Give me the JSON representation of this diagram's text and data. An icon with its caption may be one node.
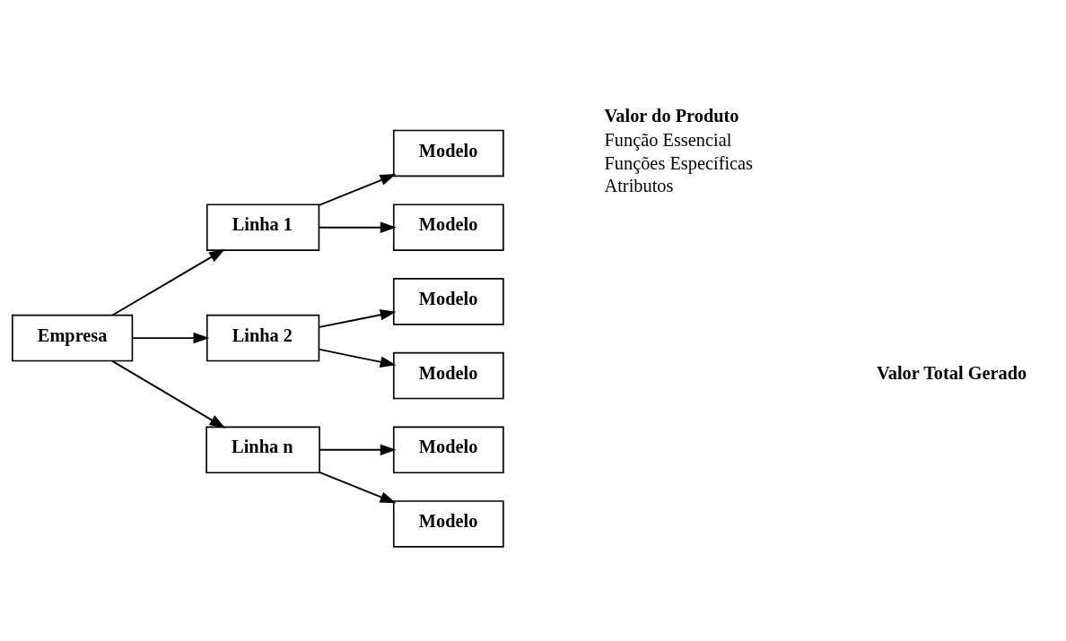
{
  "diagram": {
    "nodes": [
      {
        "text": [
          "Empresa"
        ]
      },
      {
        "text": [
          "Linha 1"
        ]
      },
      {
        "text": [
          "Modelo"
        ]
      },
      {
        "text": [
          "Modelo"
        ]
      },
      {
        "text": [
          "Linha 2"
        ]
      },
      {
        "text": [
          "Modelo"
        ]
      },
      {
        "text": [
          "Modelo"
        ]
      },
      {
        "text": [
          "Linha n"
        ]
      },
      {
        "text": [
          "Modelo"
        ]
      },
      {
        "text": [
          "Modelo"
        ]
      }
    ],
    "edges": [
      {
        "from": 0,
        "to": 1,
        "arrow": "to"
      },
      {
        "from": 0,
        "to": 4,
        "arrow": "to"
      },
      {
        "from": 0,
        "to": 7,
        "arrow": "to"
      },
      {
        "from": 1,
        "to": 2,
        "arrow": "to"
      },
      {
        "from": 1,
        "to": 3,
        "arrow": "to"
      },
      {
        "from": 4,
        "to": 5,
        "arrow": "to"
      },
      {
        "from": 4,
        "to": 6,
        "arrow": "to"
      },
      {
        "from": 7,
        "to": 8,
        "arrow": "to"
      },
      {
        "from": 7,
        "to": 9,
        "arrow": "to"
      }
    ],
    "labels": [
      "Valor do Produto",
      "Função Essencial",
      "Funções Específicas",
      "Atributos",
      "Valor Total Gerado"
    ]
  }
}
